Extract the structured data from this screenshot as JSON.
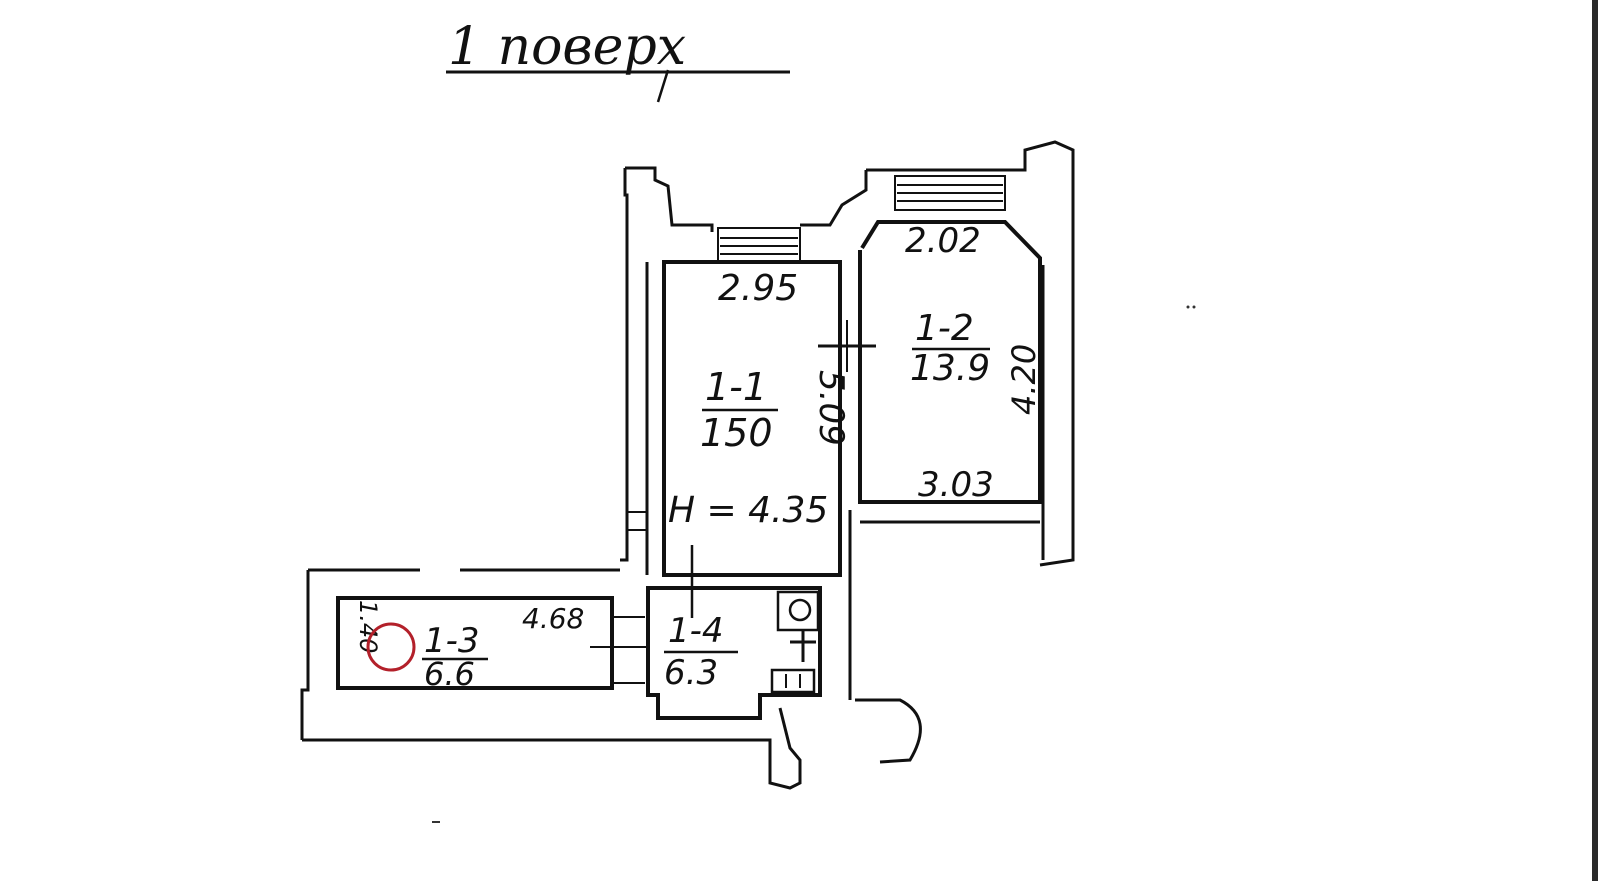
{
  "title": "1 поверх",
  "rooms": [
    {
      "id": "1-1",
      "area": "150"
    },
    {
      "id": "1-2",
      "area": "13.9"
    },
    {
      "id": "1-3",
      "area": "6.6"
    },
    {
      "id": "1-4",
      "area": "6.3"
    }
  ],
  "dimensions": {
    "room_1_1_width": "2.95",
    "room_1_1_length": "5.09",
    "room_1_1_height": "H = 4.35",
    "room_1_2_top": "2.02",
    "room_1_2_bottom": "3.03",
    "room_1_2_length": "4.20",
    "room_1_3_length": "4.68",
    "room_1_3_width": "1.40"
  },
  "colors": {
    "ink": "#111111",
    "marker": "#b3202a",
    "paper": "#ffffff"
  }
}
